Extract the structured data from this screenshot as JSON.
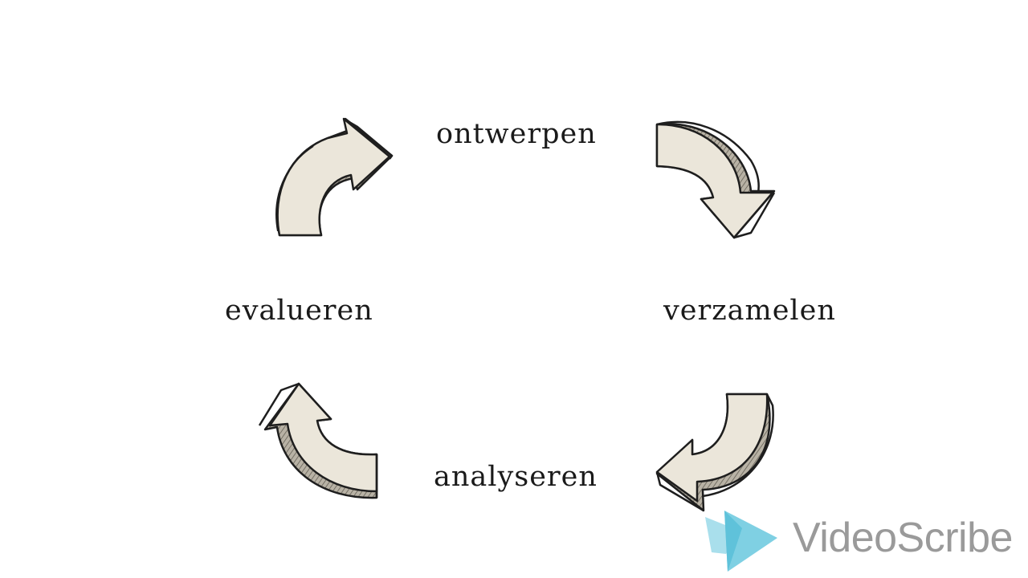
{
  "diagram": {
    "steps": {
      "top": "ontwerpen",
      "right": "verzamelen",
      "bottom": "analyseren",
      "left": "evalueren"
    }
  },
  "watermark": {
    "brand_text": "VideoScribe",
    "brand_color": "#9a9a9a",
    "logo_color": "#7fd0e3"
  },
  "colors": {
    "arrow_fill": "#ebe6da",
    "arrow_shadow": "#b8b2a5",
    "outline": "#1e1e1e"
  }
}
